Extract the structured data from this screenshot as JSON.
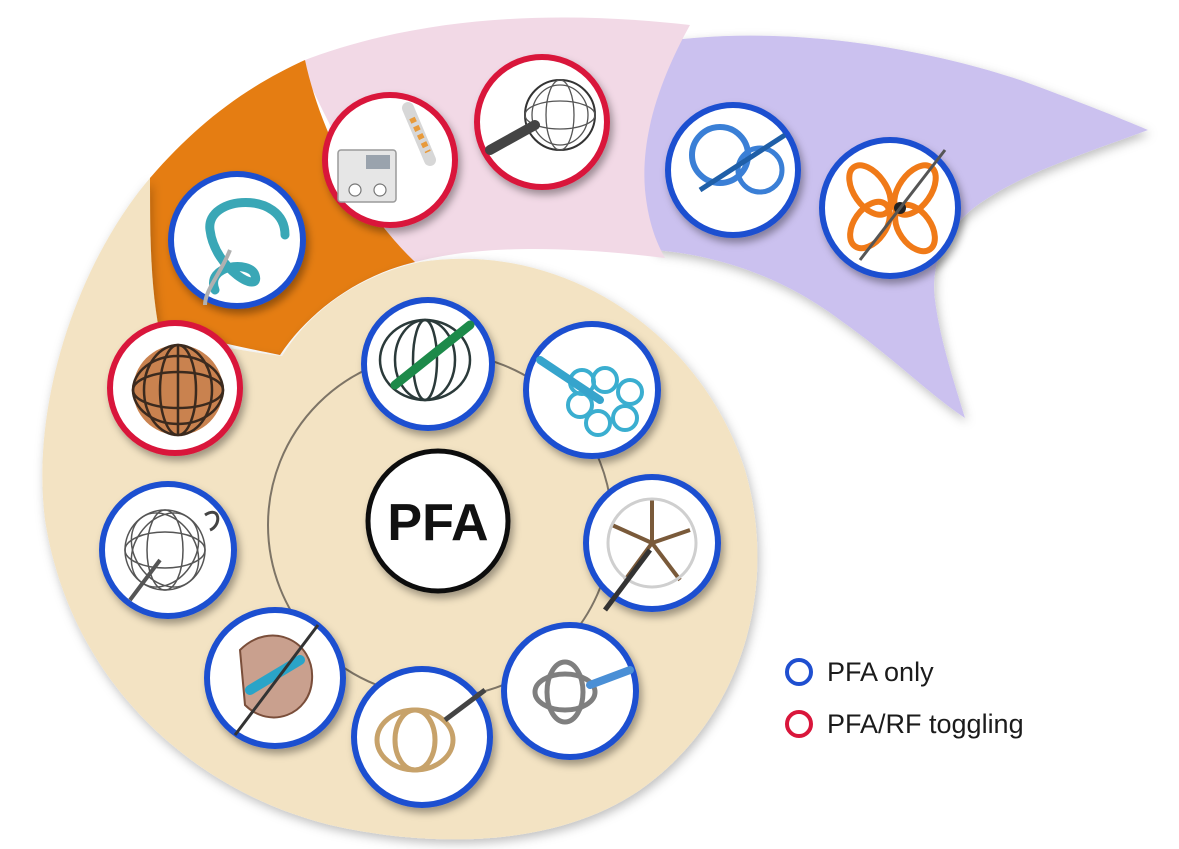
{
  "diagram": {
    "center_label": "PFA",
    "colors": {
      "pfa_only": "#1f4fd0",
      "pfa_rf_toggling": "#d9163b",
      "spiral_outer": "#f3e3c3",
      "spiral_orange": "#e57d12",
      "spiral_pink": "#f2d9e6",
      "spiral_lavender": "#cbc1ef"
    },
    "catheters": [
      {
        "id": "lattice-tip-sphere",
        "type": "pfa_rf_toggling"
      },
      {
        "id": "loop-catheter",
        "type": "pfa_only"
      },
      {
        "id": "generator-catheter",
        "type": "pfa_rf_toggling"
      },
      {
        "id": "mesh-sphere",
        "type": "pfa_rf_toggling"
      },
      {
        "id": "double-loop",
        "type": "pfa_only"
      },
      {
        "id": "orange-petals",
        "type": "pfa_only"
      },
      {
        "id": "wire-basket",
        "type": "pfa_only"
      },
      {
        "id": "blue-flower",
        "type": "pfa_only"
      },
      {
        "id": "spoke-wheel",
        "type": "pfa_only"
      },
      {
        "id": "metal-clip",
        "type": "pfa_only"
      },
      {
        "id": "gold-basket",
        "type": "pfa_only"
      },
      {
        "id": "balloon",
        "type": "pfa_only"
      },
      {
        "id": "lattice-sphere",
        "type": "pfa_only"
      }
    ]
  },
  "legend": {
    "items": [
      {
        "label": "PFA only",
        "color": "#1f4fd0"
      },
      {
        "label": "PFA/RF toggling",
        "color": "#d9163b"
      }
    ]
  }
}
